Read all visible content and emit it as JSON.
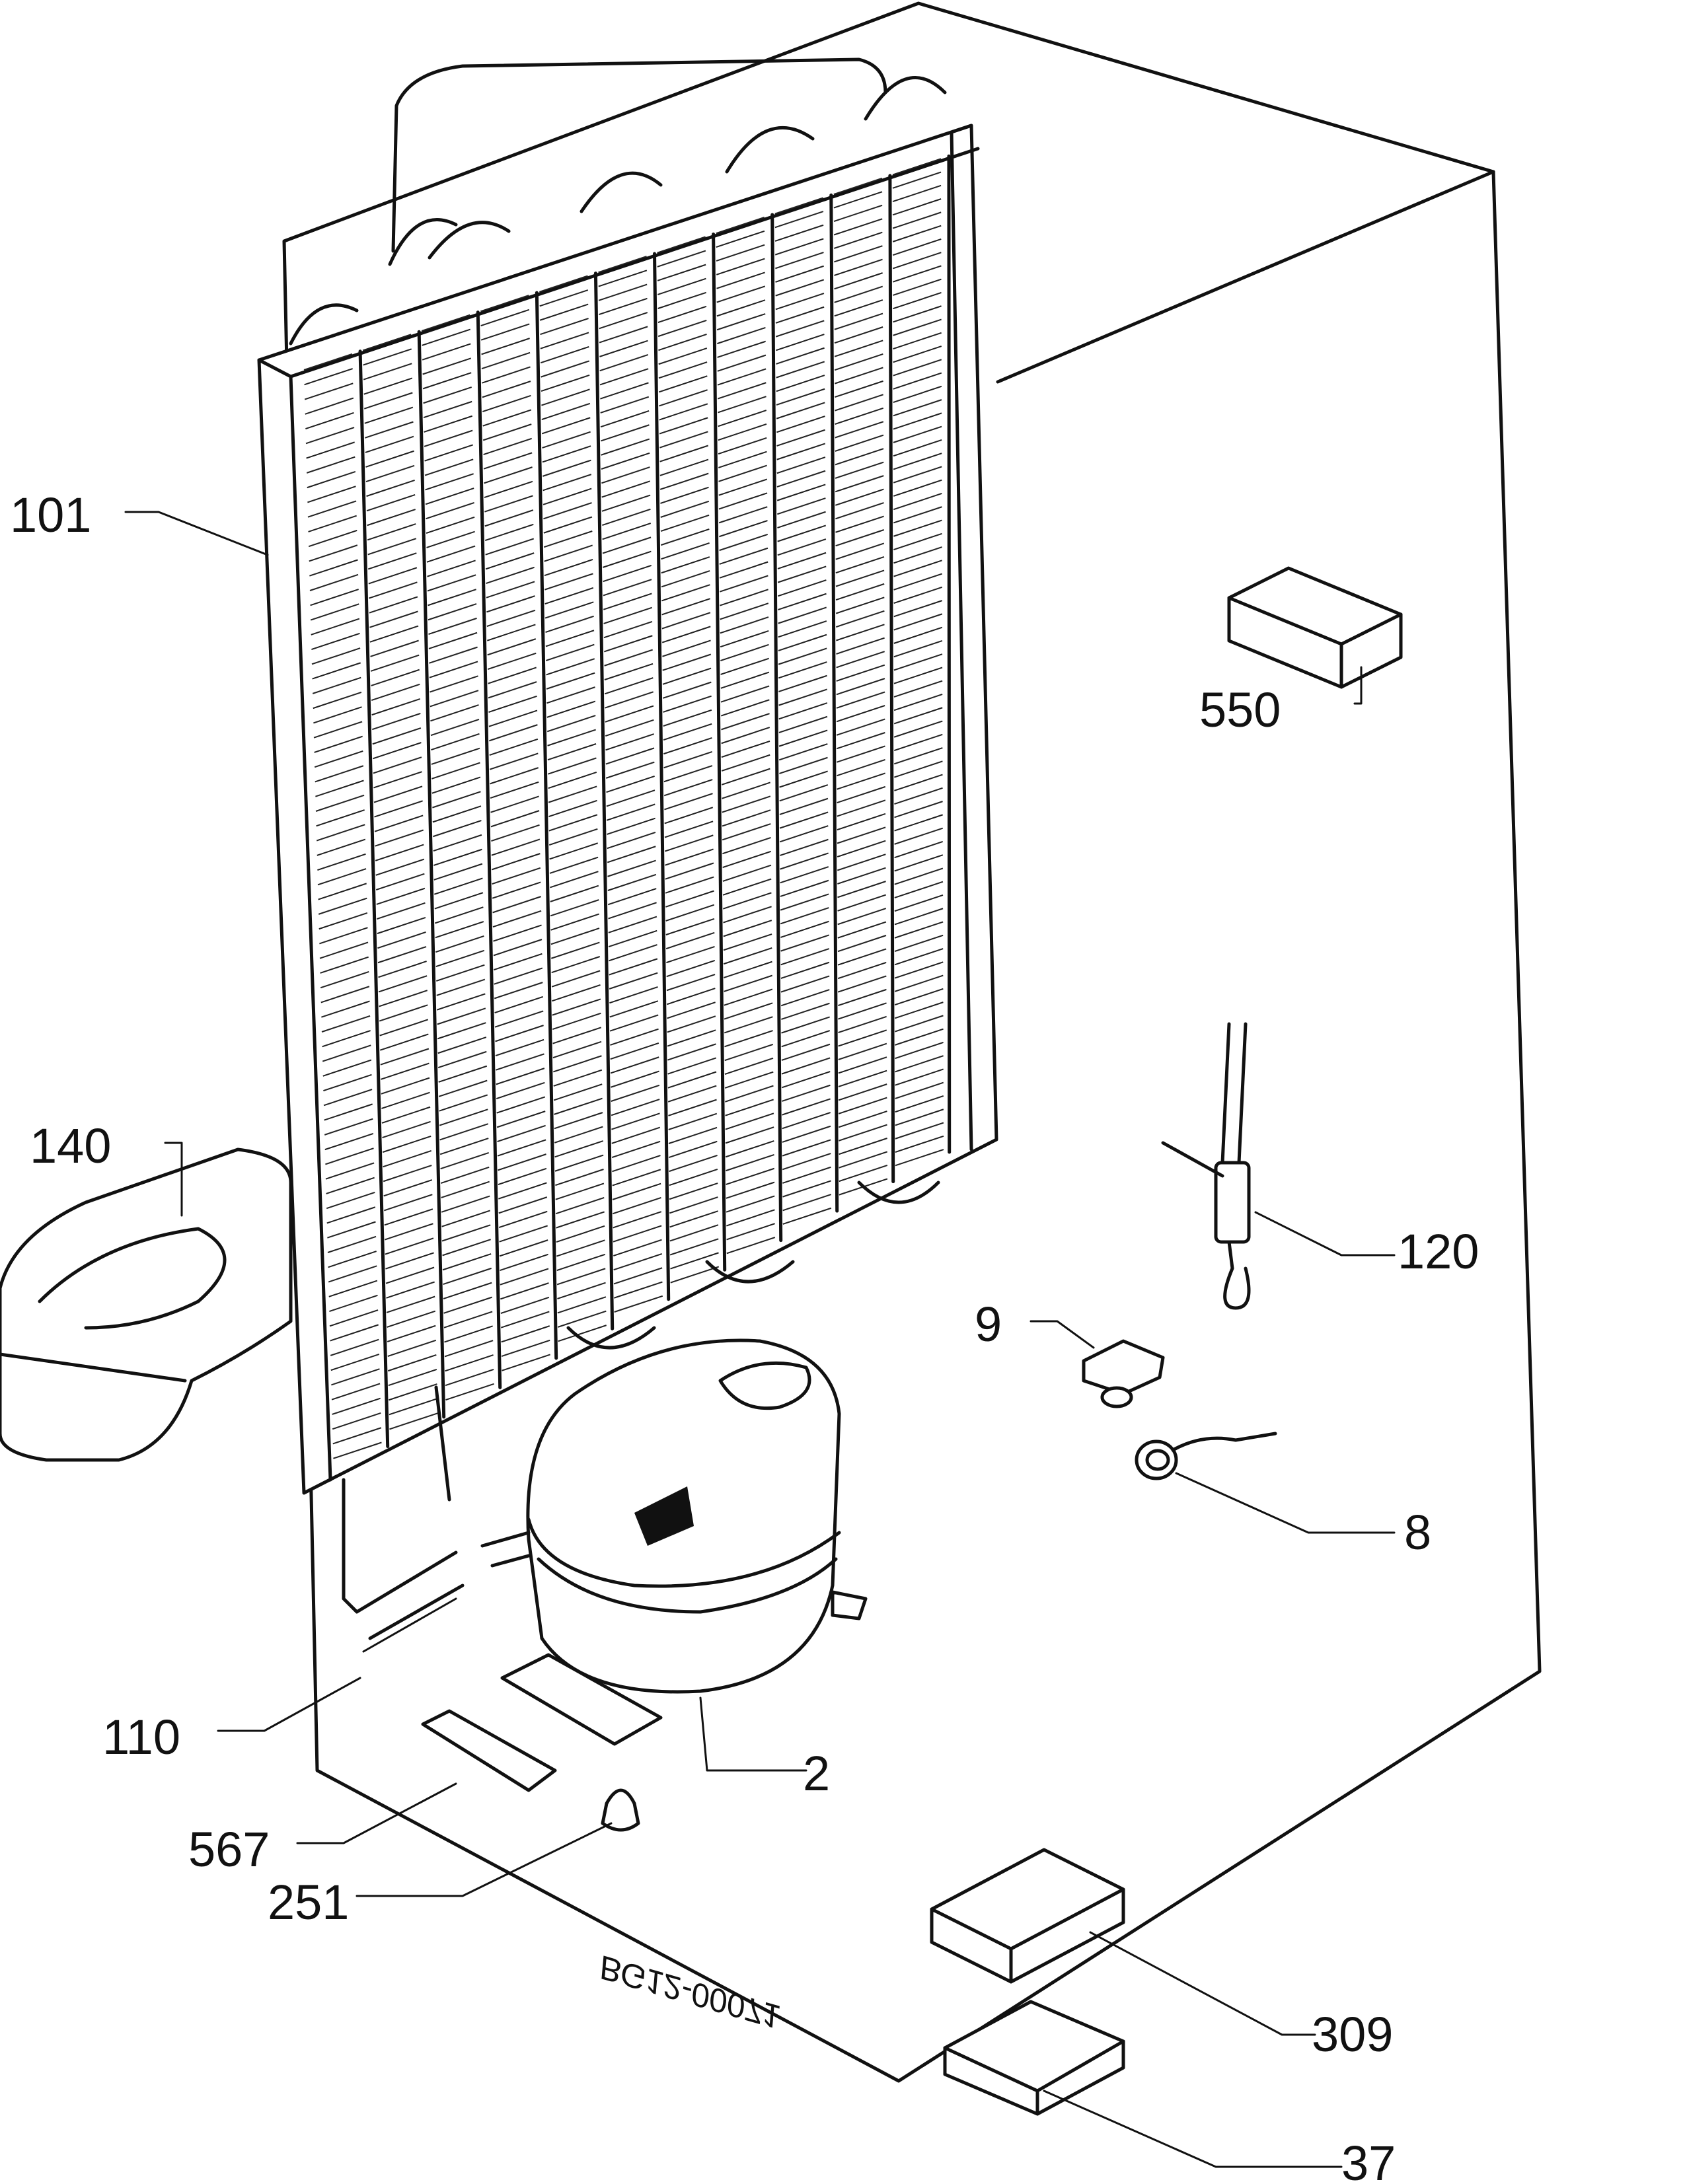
{
  "diagram": {
    "callouts": [
      {
        "id": "101",
        "label": "101"
      },
      {
        "id": "550",
        "label": "550"
      },
      {
        "id": "140",
        "label": "140"
      },
      {
        "id": "120",
        "label": "120"
      },
      {
        "id": "9",
        "label": "9"
      },
      {
        "id": "8",
        "label": "8"
      },
      {
        "id": "110",
        "label": "110"
      },
      {
        "id": "2",
        "label": "2"
      },
      {
        "id": "567",
        "label": "567"
      },
      {
        "id": "251",
        "label": "251"
      },
      {
        "id": "309",
        "label": "309"
      },
      {
        "id": "37",
        "label": "37"
      }
    ],
    "drawing_code": "BG12-00071"
  }
}
